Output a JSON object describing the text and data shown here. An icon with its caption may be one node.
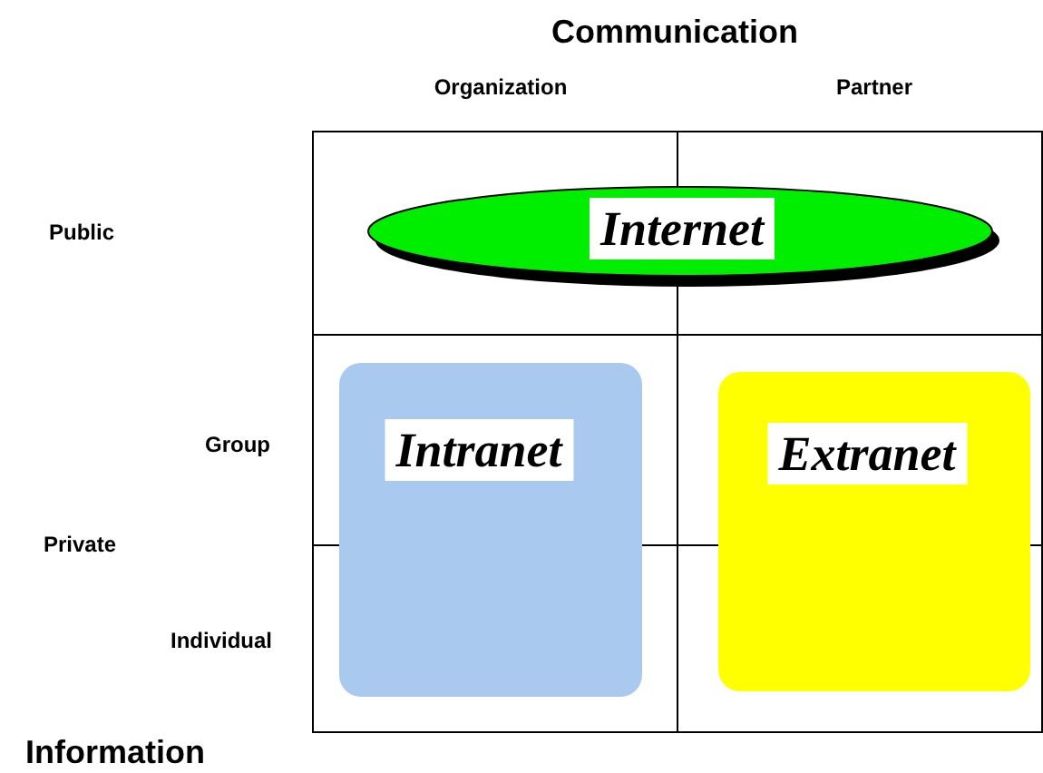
{
  "diagram": {
    "nodes": [
      {
        "text": [
          "Internet"
        ]
      },
      {
        "text": [
          "Intranet"
        ]
      },
      {
        "text": [
          "Extranet"
        ]
      }
    ],
    "labels": [
      "Communication",
      "Organization",
      "Partner",
      "Public",
      "Group",
      "Private",
      "Individual",
      "Information"
    ]
  }
}
